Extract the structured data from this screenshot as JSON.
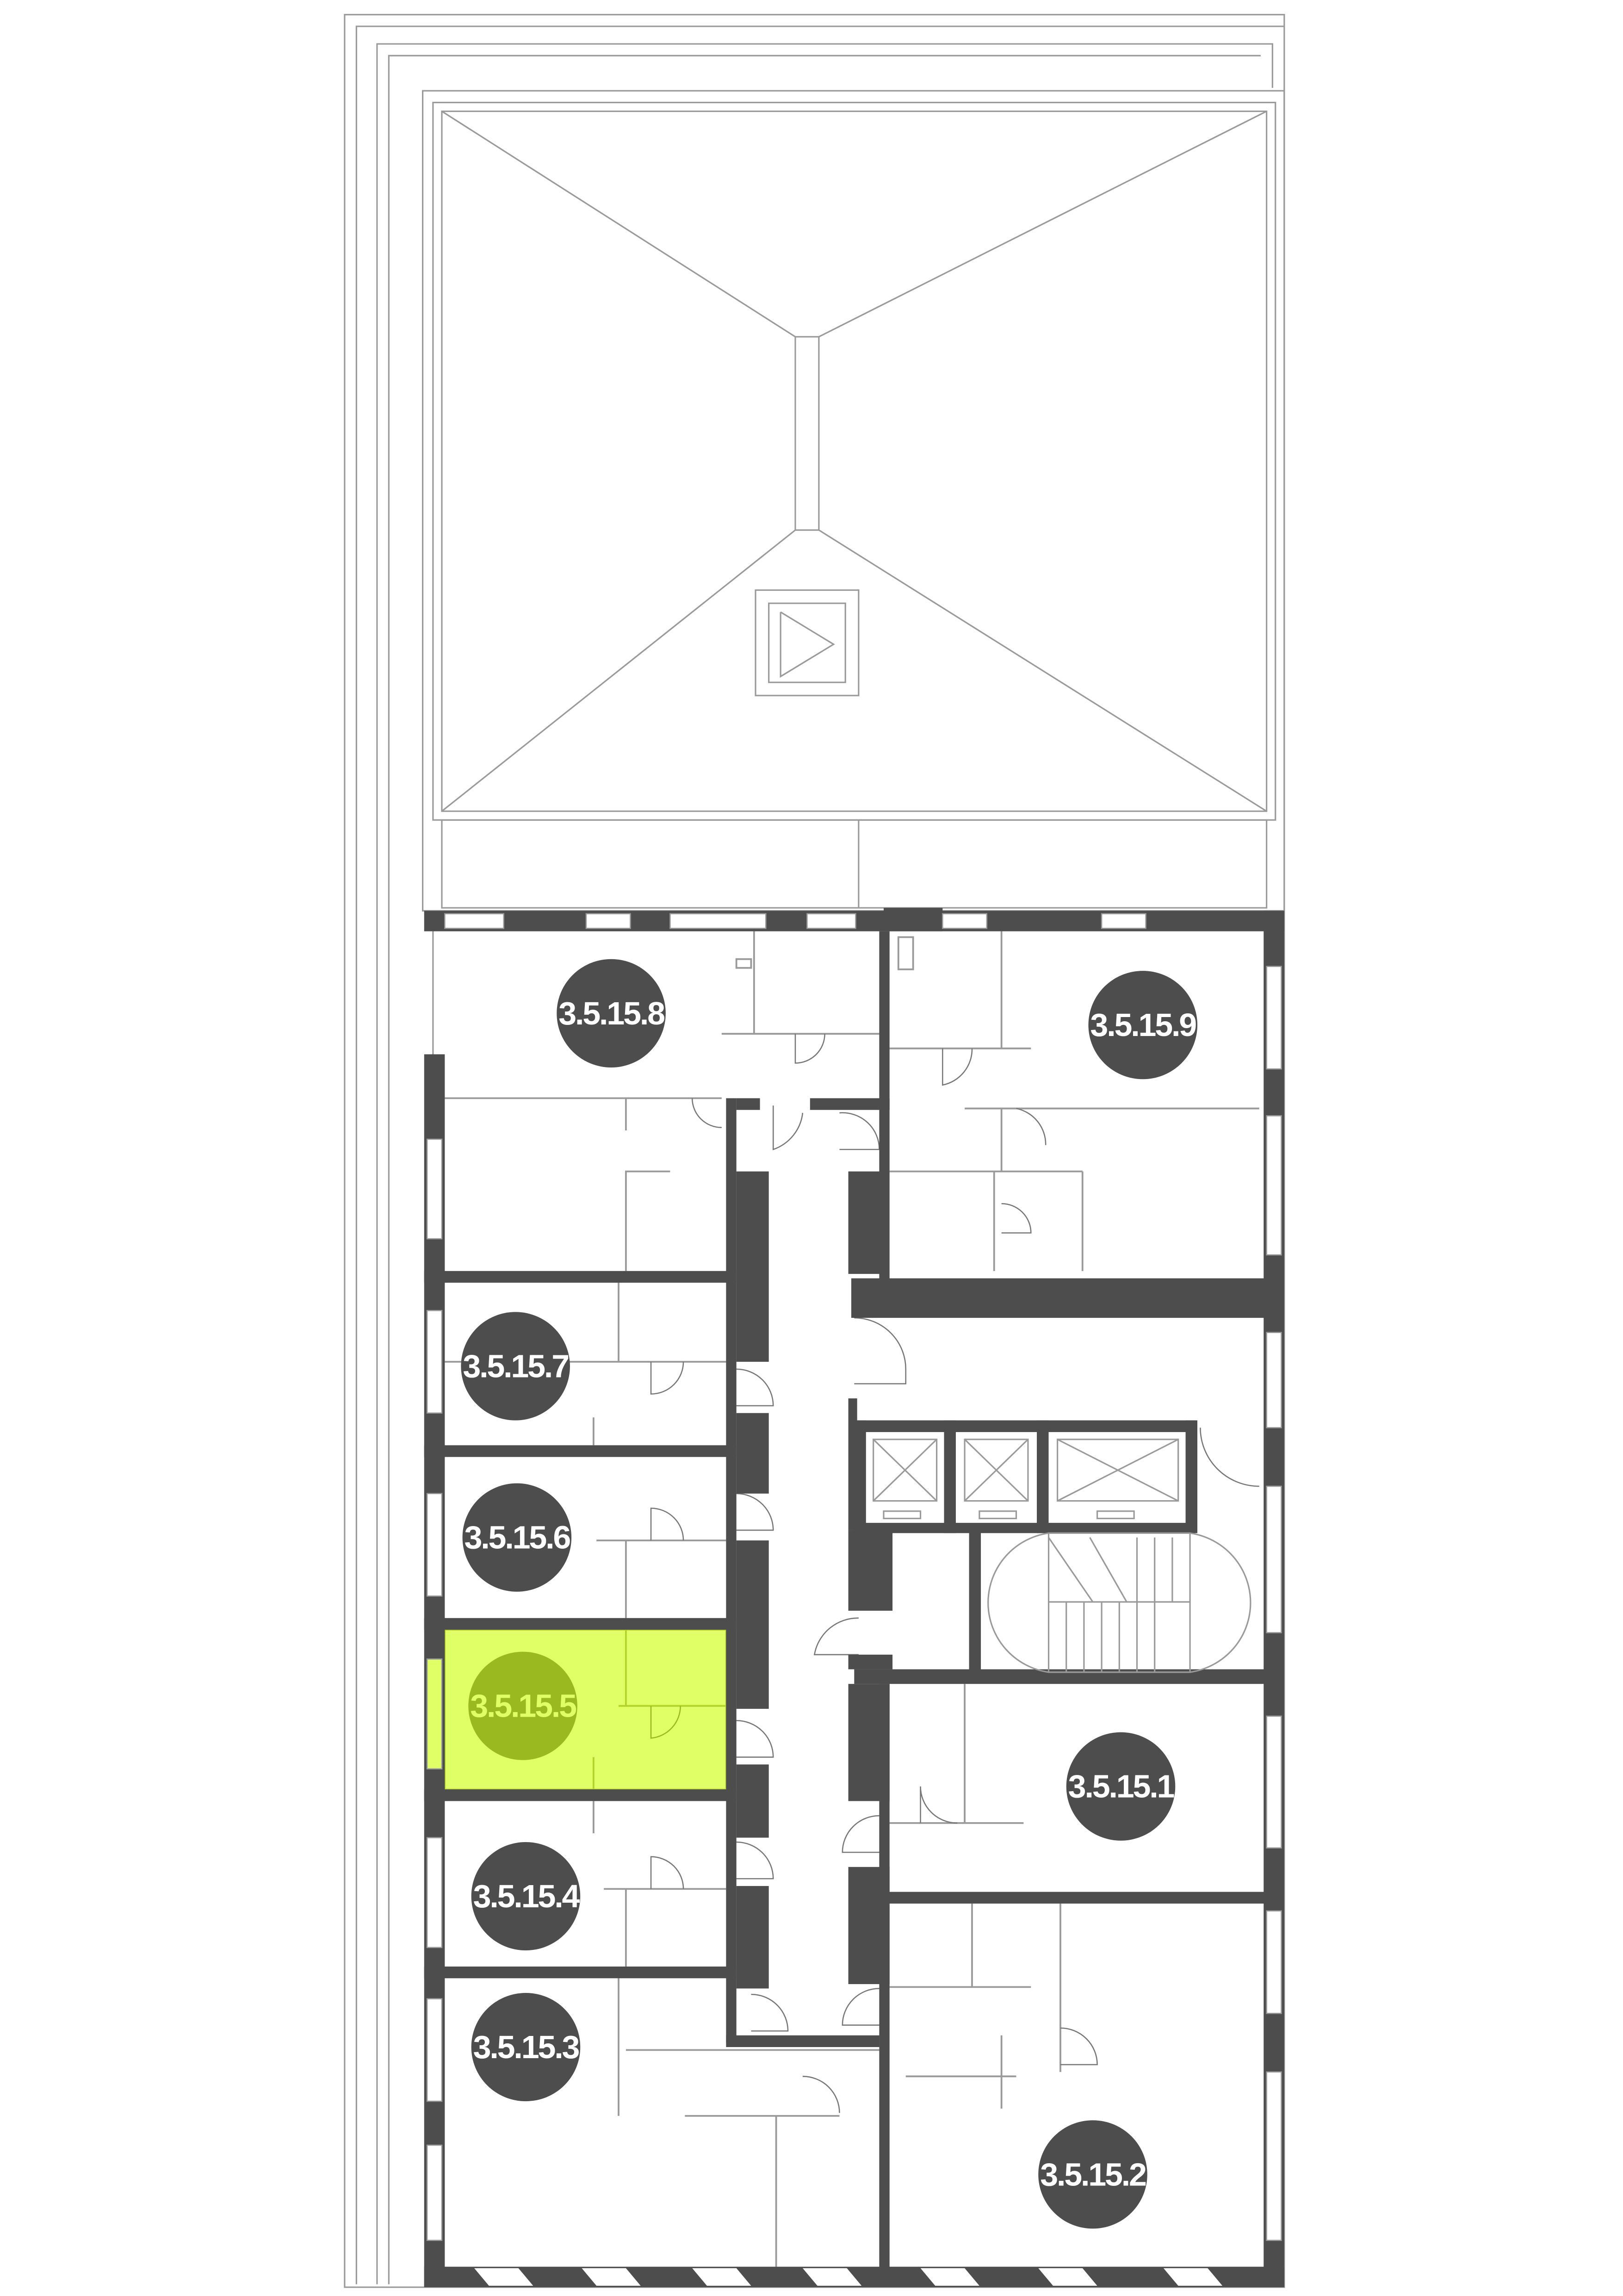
{
  "colors": {
    "wall": "#4d4d4d",
    "thin_line": "#9a9a9a",
    "badge": "#4d4d4d",
    "highlight_fill": "#e0ff66",
    "highlight_badge": "#9ab820"
  },
  "units": [
    {
      "id": "3.5.15.1",
      "selected": false
    },
    {
      "id": "3.5.15.2",
      "selected": false
    },
    {
      "id": "3.5.15.3",
      "selected": false
    },
    {
      "id": "3.5.15.4",
      "selected": false
    },
    {
      "id": "3.5.15.5",
      "selected": true
    },
    {
      "id": "3.5.15.6",
      "selected": false
    },
    {
      "id": "3.5.15.7",
      "selected": false
    },
    {
      "id": "3.5.15.8",
      "selected": false
    },
    {
      "id": "3.5.15.9",
      "selected": false
    }
  ]
}
